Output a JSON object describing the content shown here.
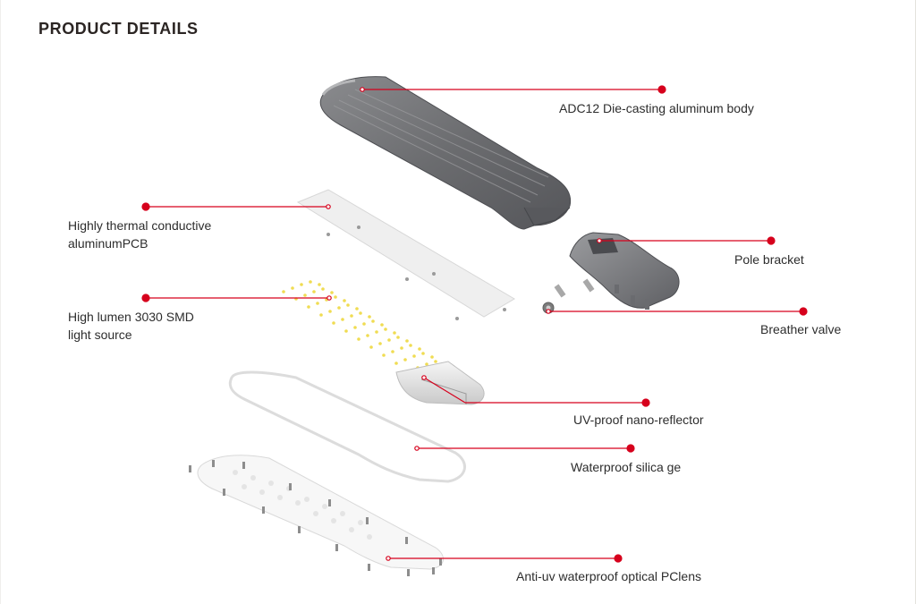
{
  "heading": "PRODUCT DETAILS",
  "colors": {
    "callout_line": "#d6001c",
    "housing": "#6d6e71",
    "pcb": "#ececec",
    "led": "#f2de5a",
    "lens": "#f4f4f4"
  },
  "callouts": {
    "body": "ADC12 Die-casting aluminum body",
    "pcb_line1": "Highly thermal conductive",
    "pcb_line2": "aluminumPCB",
    "led_line1": "High lumen 3030 SMD",
    "led_line2": "light source",
    "pole": "Pole bracket",
    "valve": "Breather valve",
    "reflector": "UV-proof nano-reflector",
    "gasket": "Waterproof silica ge",
    "lens": "Anti-uv waterproof optical PClens"
  }
}
